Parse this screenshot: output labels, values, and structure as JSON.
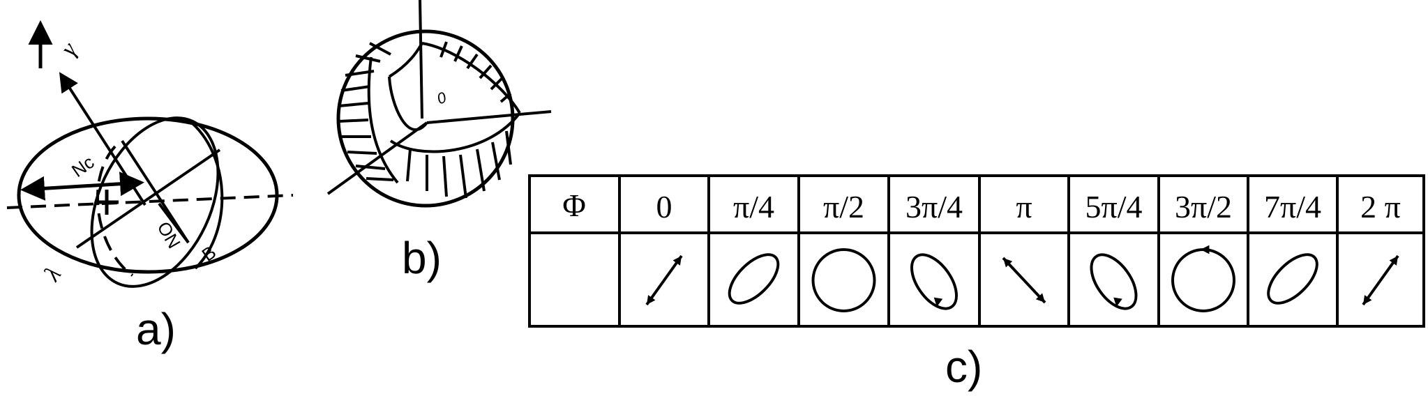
{
  "figure_a": {
    "caption": "a)",
    "labels": {
      "gamma": "γ",
      "lambda": "λ",
      "nc": "Nc",
      "no": "ON",
      "b": "B"
    }
  },
  "figure_b": {
    "caption": "b)",
    "labels": {
      "origin": "0"
    }
  },
  "figure_c": {
    "caption": "c)",
    "header_symbol": "Φ",
    "phases": [
      {
        "label": "0",
        "state": "linear-arrow-ne"
      },
      {
        "label": "π/4",
        "state": "ellipse-tilted"
      },
      {
        "label": "π/2",
        "state": "circle"
      },
      {
        "label": "3π/4",
        "state": "ellipse-tilted-arrow"
      },
      {
        "label": "π",
        "state": "linear-arrow-se"
      },
      {
        "label": "5π/4",
        "state": "ellipse-tilted-arrow"
      },
      {
        "label": "3π/2",
        "state": "circle-arrow"
      },
      {
        "label": "7π/4",
        "state": "ellipse-tilted"
      },
      {
        "label": "2 π",
        "state": "linear-arrow-ne"
      }
    ]
  }
}
